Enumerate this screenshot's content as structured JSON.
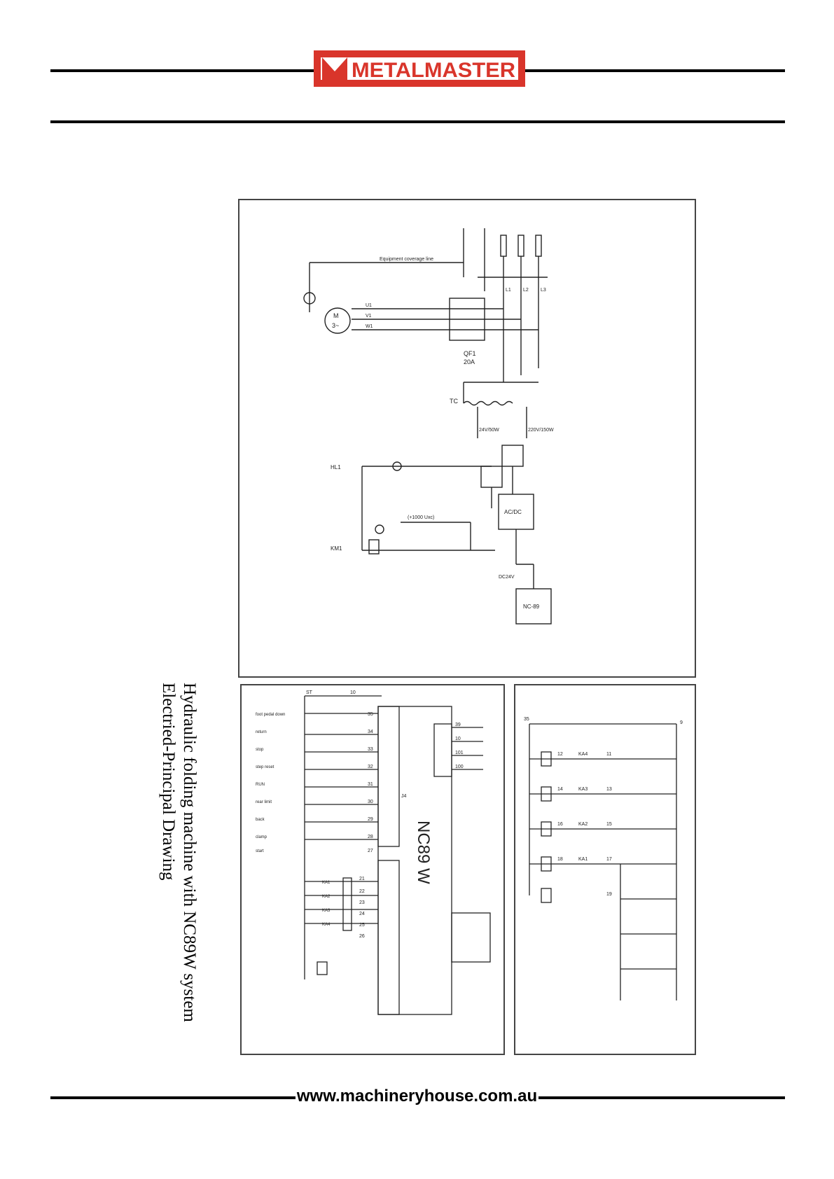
{
  "header": {
    "logo_text": "METALMASTER",
    "brand_color": "#d9352b"
  },
  "caption": {
    "line1": "Hydraulic folding machine with NC89W system",
    "line2": "Electried-Principal Drawing"
  },
  "diagram_top": {
    "equipment_line_label": "Equipment coverage line",
    "breaker_label": "QF1",
    "breaker_rating": "20A",
    "motor_label": "M",
    "motor_phase": "3~",
    "motor_terminals": [
      "U1",
      "V1",
      "W1"
    ],
    "phase_labels": [
      "L1",
      "L2",
      "L3"
    ],
    "transformer_label": "TC",
    "supply_220": "220V/150W",
    "supply_24": "24V/50W",
    "converter_label": "AC/DC",
    "dc_label": "DC24V",
    "nc_label": "NC-89",
    "lamp_label": "HL1",
    "relay_label": "KM1",
    "rectifier_label": "(+1000 Uxc)"
  },
  "diagram_bottom_left": {
    "controller_label": "NC89 W",
    "terminal_numbers_top": [
      "35",
      "34",
      "33",
      "32",
      "31",
      "30",
      "29",
      "28",
      "27"
    ],
    "input_labels": [
      "foot pedal down",
      "return",
      "stop",
      "step reset",
      "RUN",
      "rear limit",
      "back",
      "clamp",
      "start"
    ],
    "output_numbers": [
      "21",
      "22",
      "23",
      "24",
      "25",
      "26"
    ],
    "output_labels": [
      "KA1",
      "KA2",
      "KA3",
      "KA4"
    ],
    "right_connector_numbers": [
      "39",
      "10",
      "101",
      "100"
    ],
    "connector_block_label": "J4",
    "st_label": "ST",
    "top_wire": "10"
  },
  "diagram_bottom_right": {
    "relay_contacts": [
      "KA1",
      "KA2",
      "KA3",
      "KA4"
    ],
    "numbers": [
      "11",
      "12",
      "13",
      "14",
      "15",
      "16",
      "17",
      "18",
      "19"
    ],
    "top_label": "9",
    "left_label": "35"
  },
  "footer": {
    "url": "www.machineryhouse.com.au"
  }
}
